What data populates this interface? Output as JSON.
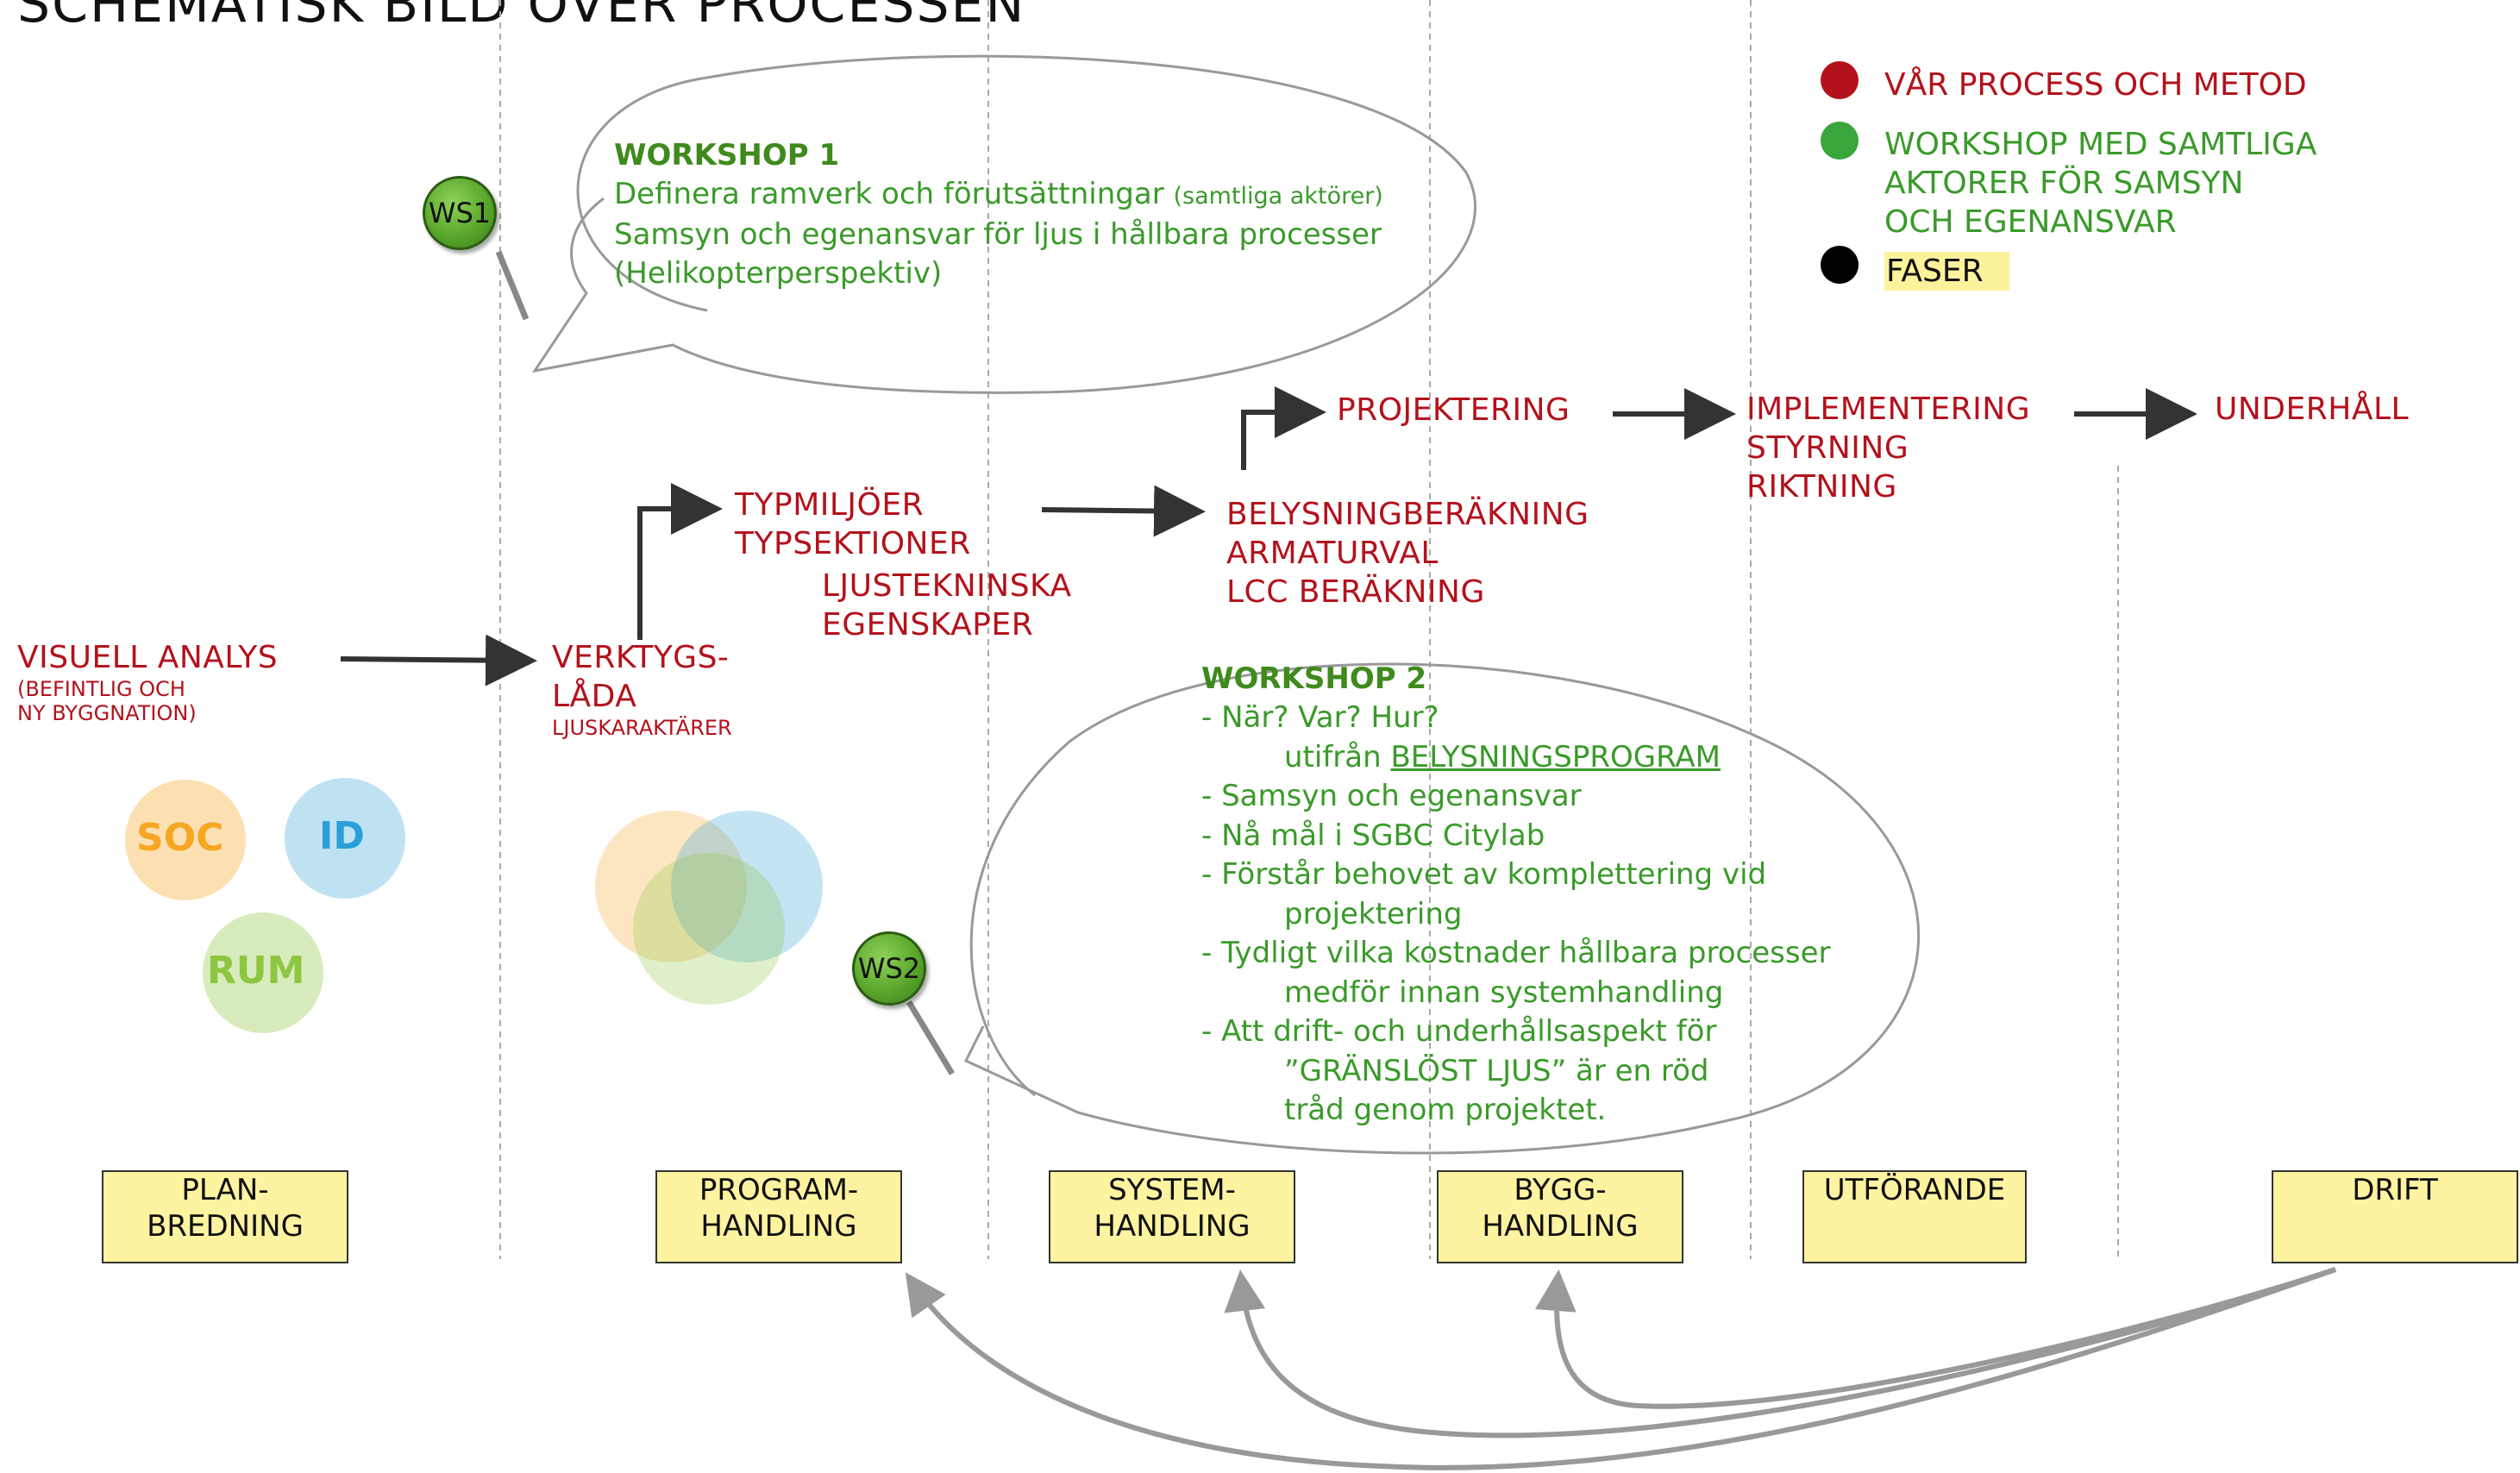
{
  "title": "SCHEMATISK BILD ÖVER PROCESSEN",
  "legend": [
    {
      "color": "#b3121c",
      "lines": [
        "VÅR PROCESS OCH METOD"
      ]
    },
    {
      "color": "#3aa53a",
      "lines": [
        "WORKSHOP MED SAMTLIGA",
        "AKTORER FÖR SAMSYN",
        "OCH EGENANSVAR"
      ]
    },
    {
      "color": "#000000",
      "lines": [
        "FASER"
      ]
    }
  ],
  "workshop1": {
    "pin": "WS1",
    "title": "WORKSHOP 1",
    "line1": "Definera ramverk och förutsättningar",
    "line1_small": "(samtliga aktörer)",
    "line2": "Samsyn och egenansvar för ljus i hållbara processer",
    "line3": "(Helikopterperspektiv)"
  },
  "workshop2": {
    "pin": "WS2",
    "title": "WORKSHOP 2",
    "l1": "- När? Var? Hur?",
    "l2_prefix": "utifrån ",
    "l2_link": "BELYSNINGSPROGRAM",
    "l3": "- Samsyn och egenansvar",
    "l4": "- Nå mål i SGBC Citylab",
    "l5": "- Förstår behovet av komplettering vid",
    "l6": "projektering",
    "l7": "- Tydligt vilka kostnader hållbara processer",
    "l8": "medför innan systemhandling",
    "l9": "- Att drift- och underhållsaspekt för",
    "l10": "”GRÄNSLÖST LJUS” är en röd",
    "l11": "tråd genom projektet."
  },
  "process": {
    "visuell": "VISUELL ANALYS",
    "visuell_sub1": "(BEFINTLIG OCH",
    "visuell_sub2": "NY BYGGNATION)",
    "verktyg1": "VERKTYGS-",
    "verktyg2": "LÅDA",
    "verktyg_sub": "LJUSKARAKTÄRER",
    "typmiljoer": "TYPMILJÖER",
    "typsektioner": "TYPSEKTIONER",
    "ljustek1": "LJUSTEKNINSKA",
    "ljustek2": "EGENSKAPER",
    "belysning": "BELYSNINGBERÄKNING",
    "armatur": "ARMATURVAL",
    "lcc": "LCC BERÄKNING",
    "projektering": "PROJEKTERING",
    "implementering": "IMPLEMENTERING",
    "styrning": "STYRNING",
    "riktning": "RIKTNING",
    "underhall": "UNDERHÅLL"
  },
  "circles": {
    "soc": "SOC",
    "id": "ID",
    "rum": "RUM",
    "soc_color": "#f5a623",
    "id_color": "#2a9fd8",
    "rum_color": "#8dc63f"
  },
  "phases": [
    "PLAN-\nBREDNING",
    "PROGRAM-\nHANDLING",
    "SYSTEM-\nHANDLING",
    "BYGG-\nHANDLING",
    "UTFÖRANDE",
    "DRIFT"
  ]
}
